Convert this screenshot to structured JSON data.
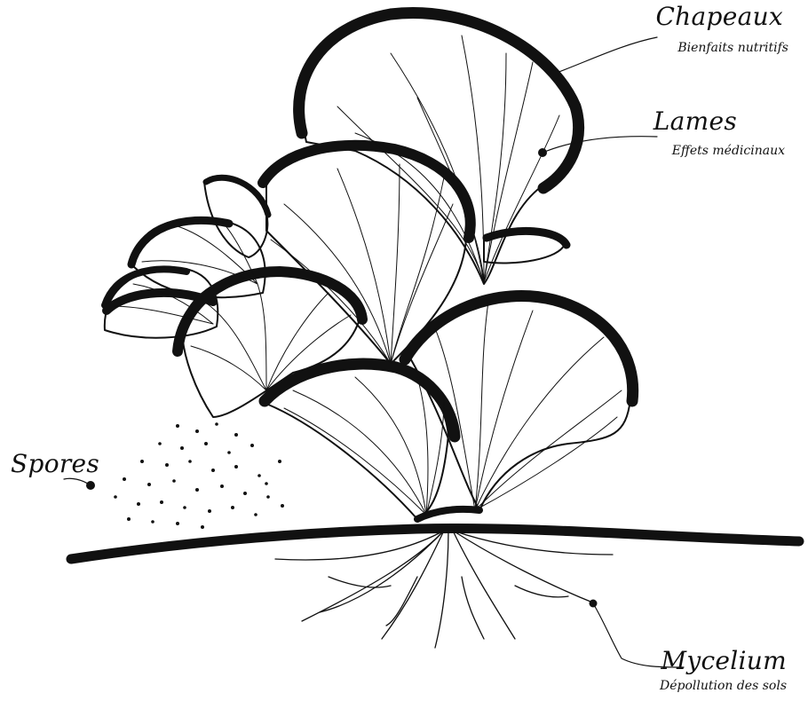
{
  "labels": {
    "chapeaux": {
      "title": "Chapeaux",
      "subtitle": "Bienfaits nutritifs"
    },
    "lames": {
      "title": "Lames",
      "subtitle": "Effets médicinaux"
    },
    "spores": {
      "title": "Spores"
    },
    "mycelium": {
      "title": "Mycelium",
      "subtitle": "Dépollution des sols"
    }
  },
  "colors": {
    "ink": "#111111",
    "background": "#ffffff"
  }
}
